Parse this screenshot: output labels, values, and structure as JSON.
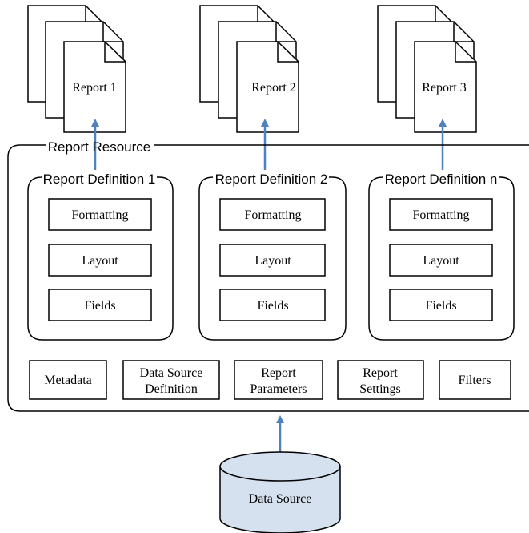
{
  "reports": [
    {
      "label": "Report 1"
    },
    {
      "label": "Report 2"
    },
    {
      "label": "Report 3"
    }
  ],
  "resource": {
    "label": "Report Resource",
    "definitions": [
      {
        "label": "Report Definition 1",
        "items": [
          "Formatting",
          "Layout",
          "Fields"
        ]
      },
      {
        "label": "Report Definition 2",
        "items": [
          "Formatting",
          "Layout",
          "Fields"
        ]
      },
      {
        "label": "Report Definition n",
        "items": [
          "Formatting",
          "Layout",
          "Fields"
        ]
      }
    ],
    "components": [
      {
        "lines": [
          "Metadata"
        ]
      },
      {
        "lines": [
          "Data Source",
          "Definition"
        ]
      },
      {
        "lines": [
          "Report",
          "Parameters"
        ]
      },
      {
        "lines": [
          "Report",
          "Settings"
        ]
      },
      {
        "lines": [
          "Filters"
        ]
      }
    ]
  },
  "data_source": {
    "label": "Data Source"
  },
  "colors": {
    "arrow": "#4f81bd",
    "stroke": "#000000",
    "cylinder_fill": "#d6e1ef",
    "background": "#ffffff"
  }
}
